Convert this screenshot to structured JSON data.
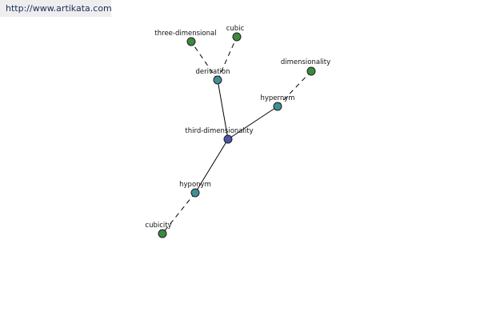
{
  "site": {
    "url_text": "http://www.artikata.com"
  },
  "colors": {
    "center": "#4a55a8",
    "relation": "#3f8f93",
    "leaf": "#3c8a3e"
  },
  "graph": {
    "nodes": [
      {
        "id": "third-dimensionality",
        "label": "third-dimensionality",
        "kind": "center"
      },
      {
        "id": "derivation",
        "label": "derivation",
        "kind": "relation"
      },
      {
        "id": "hypernym",
        "label": "hypernym",
        "kind": "relation"
      },
      {
        "id": "hyponym",
        "label": "hyponym",
        "kind": "relation"
      },
      {
        "id": "three-dimensional",
        "label": "three-dimensional",
        "kind": "leaf"
      },
      {
        "id": "cubic",
        "label": "cubic",
        "kind": "leaf"
      },
      {
        "id": "dimensionality",
        "label": "dimensionality",
        "kind": "leaf"
      },
      {
        "id": "cubicity",
        "label": "cubicity",
        "kind": "leaf"
      }
    ],
    "edges": [
      {
        "from": "third-dimensionality",
        "to": "derivation",
        "style": "solid"
      },
      {
        "from": "third-dimensionality",
        "to": "hypernym",
        "style": "solid"
      },
      {
        "from": "third-dimensionality",
        "to": "hyponym",
        "style": "solid"
      },
      {
        "from": "derivation",
        "to": "three-dimensional",
        "style": "dashed"
      },
      {
        "from": "derivation",
        "to": "cubic",
        "style": "dashed"
      },
      {
        "from": "hypernym",
        "to": "dimensionality",
        "style": "dashed"
      },
      {
        "from": "hyponym",
        "to": "cubicity",
        "style": "dashed"
      }
    ]
  }
}
